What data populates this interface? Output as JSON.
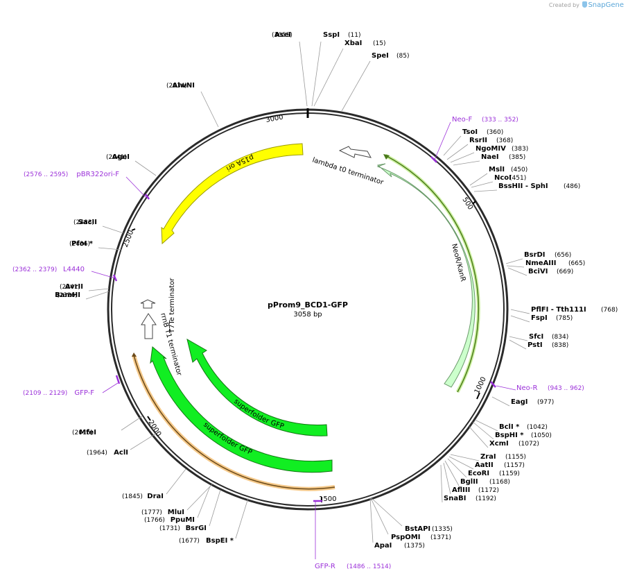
{
  "credit": {
    "prefix": "Created by",
    "brand": "SnapGene"
  },
  "plasmid": {
    "name": "pProm9_BCD1-GFP",
    "length_label": "3058 bp"
  },
  "ticks": [
    "500",
    "1000",
    "1500",
    "2000",
    "2500",
    "3000"
  ],
  "features": [
    {
      "label": "p15A ori",
      "color": "#ffff00",
      "stroke": "#9a9a00"
    },
    {
      "label": "NeoR/KanR",
      "color": "#ccffcc",
      "stroke": "#6a9a6a"
    },
    {
      "label": "lambda t0 terminator",
      "color": "#ffffff",
      "stroke": "#444444"
    },
    {
      "label": "T7Te terminator",
      "color": "#ffffff",
      "stroke": "#444444"
    },
    {
      "label": "rrnB T1 terminator",
      "color": "#ffffff",
      "stroke": "#444444"
    },
    {
      "label": "superfolder GFP",
      "color": "#11ee22",
      "stroke": "#117711"
    },
    {
      "label": "superfolder GFP",
      "color": "#11ee22",
      "stroke": "#117711"
    }
  ],
  "sites": [
    {
      "name": "AseI",
      "pos": "(3055)"
    },
    {
      "name": "SspI",
      "pos": "(11)"
    },
    {
      "name": "XbaI",
      "pos": "(15)"
    },
    {
      "name": "SpeI",
      "pos": "(85)"
    },
    {
      "name": "AlwNI",
      "pos": "(2834)"
    },
    {
      "name": "TsoI",
      "pos": "(360)"
    },
    {
      "name": "RsrII",
      "pos": "(368)"
    },
    {
      "name": "NgoMIV",
      "pos": "(383)"
    },
    {
      "name": "NaeI",
      "pos": "(385)"
    },
    {
      "name": "MslI",
      "pos": "(450)"
    },
    {
      "name": "NcoI",
      "pos": "(451)"
    },
    {
      "name": "BssHII   - SphI",
      "pos": "(486)"
    },
    {
      "name": "AgeI",
      "pos": "(2641)"
    },
    {
      "name": "SacII",
      "pos": "(2483)"
    },
    {
      "name": "PfoI *",
      "pos": "(2436)"
    },
    {
      "name": "BsrDI",
      "pos": "(656)"
    },
    {
      "name": "NmeAIII",
      "pos": "(665)"
    },
    {
      "name": "BciVI",
      "pos": "(669)"
    },
    {
      "name": "AvrII",
      "pos": "(2341)"
    },
    {
      "name": "BamHI",
      "pos": "(2326)"
    },
    {
      "name": "PflFI   - Tth111I",
      "pos": "(768)"
    },
    {
      "name": "FspI",
      "pos": "(785)"
    },
    {
      "name": "SfcI",
      "pos": "(834)"
    },
    {
      "name": "PstI",
      "pos": "(838)"
    },
    {
      "name": "EagI",
      "pos": "(977)"
    },
    {
      "name": "BclI *",
      "pos": "(1042)"
    },
    {
      "name": "BspHI *",
      "pos": "(1050)"
    },
    {
      "name": "XcmI",
      "pos": "(1072)"
    },
    {
      "name": "ZraI",
      "pos": "(1155)"
    },
    {
      "name": "AatII",
      "pos": "(1157)"
    },
    {
      "name": "EcoRI",
      "pos": "(1159)"
    },
    {
      "name": "BglII",
      "pos": "(1168)"
    },
    {
      "name": "AflIII",
      "pos": "(1172)"
    },
    {
      "name": "SnaBI",
      "pos": "(1192)"
    },
    {
      "name": "MfeI",
      "pos": "(2015)"
    },
    {
      "name": "AclI",
      "pos": "(1964)"
    },
    {
      "name": "DraI",
      "pos": "(1845)"
    },
    {
      "name": "MluI",
      "pos": "(1777)"
    },
    {
      "name": "PpuMI",
      "pos": "(1766)"
    },
    {
      "name": "BsrGI",
      "pos": "(1731)"
    },
    {
      "name": "BspEI *",
      "pos": "(1677)"
    },
    {
      "name": "BstAPI",
      "pos": "(1335)"
    },
    {
      "name": "PspOMI",
      "pos": "(1371)"
    },
    {
      "name": "ApaI",
      "pos": "(1375)"
    }
  ],
  "primers": [
    {
      "name": "Neo-F",
      "range": "(333 .. 352)"
    },
    {
      "name": "pBR322ori-F",
      "range": "(2576 .. 2595)"
    },
    {
      "name": "L4440",
      "range": "(2362 .. 2379)"
    },
    {
      "name": "Neo-R",
      "range": "(943 .. 962)"
    },
    {
      "name": "GFP-F",
      "range": "(2109 .. 2129)"
    },
    {
      "name": "GFP-R",
      "range": "(1486 .. 1514)"
    }
  ],
  "colors": {
    "primer": "#9b30d9",
    "backbone": "#2a2a2a",
    "primer_band": "#f5c98a"
  }
}
